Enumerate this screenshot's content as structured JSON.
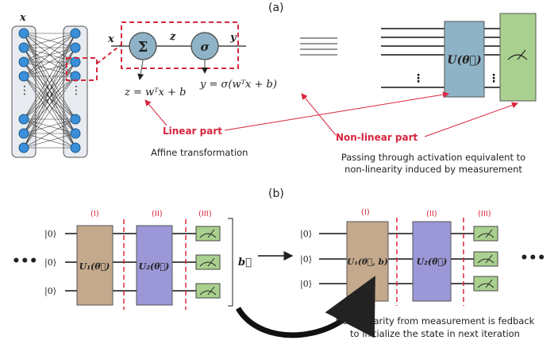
{
  "panel_a": {
    "label": "(a)",
    "input_var": "x",
    "nn_x": "x",
    "nn_z": "z",
    "nn_y": "y",
    "sum_symbol": "Σ",
    "sigma_symbol": "σ",
    "eq_linear": "z = wᵀx + b",
    "eq_nonlinear": "y = σ(wᵀx + b)",
    "unitary": "U(θ⃗)",
    "linear_part": "Linear part",
    "nonlinear_part": "Non-linear part",
    "affine": "Affine transformation",
    "passing_line1": "Passing through activation equivalent to",
    "passing_line2": "non-linearity induced by measurement"
  },
  "panel_b": {
    "label": "(b)",
    "left": {
      "stage1": "(I)",
      "stage2": "(II)",
      "stage3": "(III)",
      "ket1": "|0⟩",
      "ket2": "|0⟩",
      "ket3": "|0⟩",
      "u1": "U₁(θ⃗)",
      "u2": "U₂(θ⃗)",
      "ellipsis": "•••"
    },
    "bvec": "b⃗",
    "right": {
      "stage1": "(I)",
      "stage2": "(II)",
      "stage3": "(III)",
      "ket1": "|0⟩",
      "ket2": "|0⟩",
      "ket3": "|0⟩",
      "u1": "U₁(θ⃗, b)",
      "u2": "U₂(θ⃗)",
      "ellipsis": "•••"
    },
    "feedback_line1": "Non-linearity from measurement is fedback",
    "feedback_line2": "to initialize the state in next iteration"
  },
  "colors": {
    "accent_red": "#d7263d",
    "unitary_blue": "#8fb3c6",
    "measure_green": "#a9d08e",
    "u1_brown": "#c4a98c",
    "u2_purple": "#9c97d6",
    "node_blue": "#3b8fd9"
  }
}
